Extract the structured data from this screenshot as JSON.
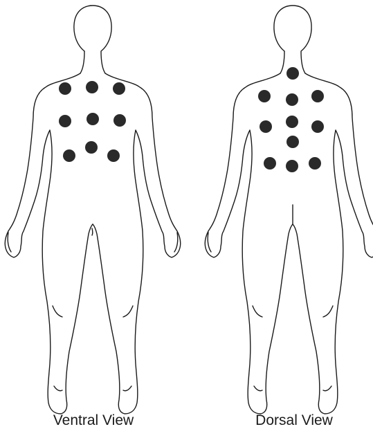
{
  "views": [
    {
      "id": "ventral",
      "caption": "Ventral View",
      "dot_count": 9
    },
    {
      "id": "dorsal",
      "caption": "Dorsal View",
      "dot_count": 11
    }
  ],
  "colors": {
    "outline": "#1a1a1a",
    "dot": "#2a2a2a",
    "background": "#ffffff"
  }
}
